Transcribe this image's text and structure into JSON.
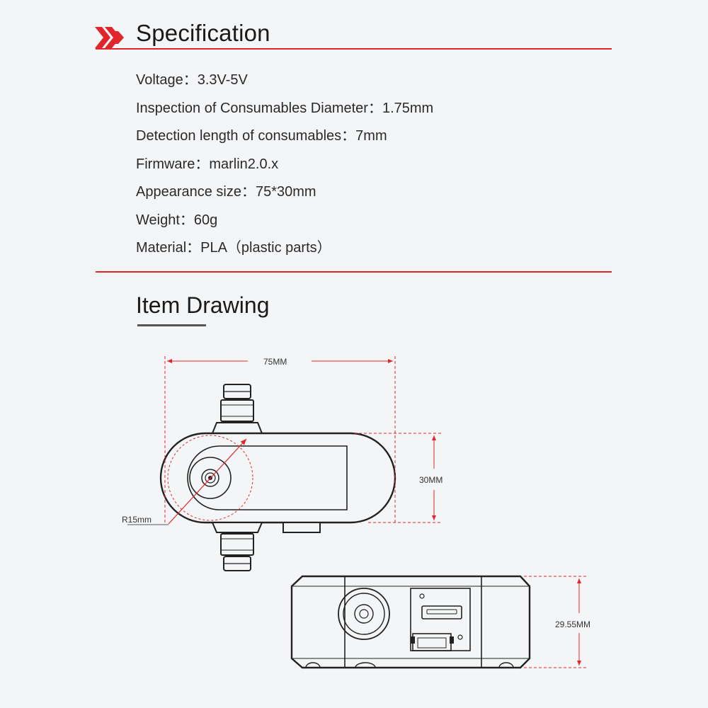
{
  "specification": {
    "title": "Specification",
    "items": [
      "Voltage：3.3V-5V",
      "Inspection of Consumables Diameter：1.75mm",
      "Detection length of consumables：7mm",
      "Firmware：marlin2.0.x",
      "Appearance size：75*30mm",
      "Weight：60g",
      "Material：PLA（plastic parts）"
    ]
  },
  "item_drawing": {
    "title": "Item Drawing",
    "dim_width": "75MM",
    "dim_height": "30MM",
    "dim_radius": "R15mm",
    "dim_side_height": "29.55MM"
  },
  "colors": {
    "accent": "#e0262a",
    "background": "#f4f5f7",
    "line": "#222222"
  }
}
